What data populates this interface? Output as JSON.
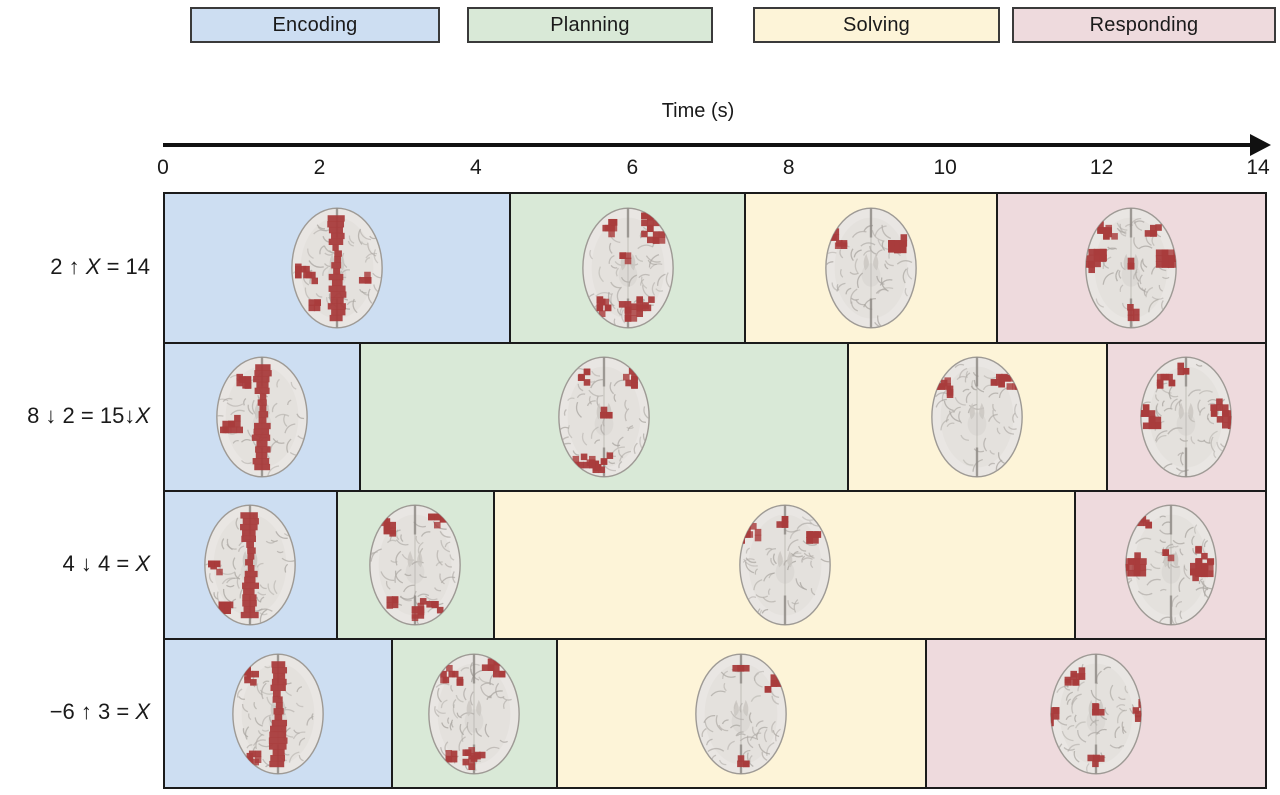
{
  "axis": {
    "title": "Time (s)",
    "tick_labels": [
      "0",
      "2",
      "4",
      "6",
      "8",
      "10",
      "12",
      "14"
    ],
    "min": 0,
    "max": 14
  },
  "legend": {
    "items": [
      {
        "label": "Encoding",
        "color": "#cddef2"
      },
      {
        "label": "Planning",
        "color": "#d9e9d7"
      },
      {
        "label": "Solving",
        "color": "#fdf4d8"
      },
      {
        "label": "Responding",
        "color": "#eedadd"
      }
    ]
  },
  "colors": {
    "segment_border": "#1b1b1b",
    "activation_red": "#a93c3c",
    "brain_gray": "#e9e6e3"
  },
  "chart_data": {
    "type": "bar",
    "subtype": "horizontal-stacked-timeline",
    "xlabel": "Time (s)",
    "xlim": [
      0,
      14
    ],
    "grid": false,
    "phases": [
      "Encoding",
      "Planning",
      "Solving",
      "Responding"
    ],
    "rows": [
      {
        "label": "2 ↑ X = 14",
        "segments": [
          {
            "phase": "Encoding",
            "start": 0,
            "end": 4.4,
            "activation": [
              "midline-strip",
              "left-parietal:md",
              "right-parietal:sm",
              "left-occipital:sm"
            ]
          },
          {
            "phase": "Planning",
            "start": 4.4,
            "end": 7.4,
            "activation": [
              "left-frontal:md",
              "right-frontal:lg",
              "left-occipital:md",
              "right-occipital:md",
              "central-midline:sm",
              "occipital-midline:md"
            ]
          },
          {
            "phase": "Solving",
            "start": 7.4,
            "end": 10.6,
            "activation": [
              "left-frontal-edge:md",
              "right-frontal-edge:lg"
            ]
          },
          {
            "phase": "Responding",
            "start": 10.6,
            "end": 14,
            "activation": [
              "left-motor:lg",
              "right-motor:lg",
              "left-frontal:md",
              "right-frontal:sm",
              "central-midline:sm",
              "occipital-midline:sm"
            ]
          }
        ]
      },
      {
        "label": "8 ↓ 2 = 15↓X",
        "segments": [
          {
            "phase": "Encoding",
            "start": 0,
            "end": 2.5,
            "activation": [
              "midline-strip",
              "left-frontal:md",
              "left-parietal:md"
            ]
          },
          {
            "phase": "Planning",
            "start": 2.5,
            "end": 8.7,
            "activation": [
              "left-frontal:sm",
              "right-frontal:md",
              "central-midline:sm",
              "occipital-midline:md",
              "left-occipital:md"
            ]
          },
          {
            "phase": "Solving",
            "start": 8.7,
            "end": 12.0,
            "activation": [
              "left-frontal-edge:md",
              "right-frontal-edge:md",
              "right-frontal:sm"
            ]
          },
          {
            "phase": "Responding",
            "start": 12.0,
            "end": 14,
            "activation": [
              "left-motor:lg",
              "right-motor:lg",
              "left-frontal:md",
              "frontal-midline:sm"
            ]
          }
        ]
      },
      {
        "label": "4 ↓ 4 = X",
        "segments": [
          {
            "phase": "Encoding",
            "start": 0,
            "end": 2.2,
            "activation": [
              "midline-strip",
              "left-parietal:md",
              "left-occipital:md"
            ]
          },
          {
            "phase": "Planning",
            "start": 2.2,
            "end": 4.2,
            "activation": [
              "left-frontal:md",
              "right-frontal:md",
              "left-occipital:sm",
              "right-occipital:sm",
              "occipital-midline:md"
            ]
          },
          {
            "phase": "Solving",
            "start": 4.2,
            "end": 11.6,
            "activation": [
              "left-frontal-edge:md",
              "right-frontal-edge:md",
              "frontal-midline:sm"
            ]
          },
          {
            "phase": "Responding",
            "start": 11.6,
            "end": 14,
            "activation": [
              "left-motor:lg",
              "right-motor:lg",
              "left-frontal:md",
              "right-parietal:md",
              "central-midline:sm"
            ]
          }
        ]
      },
      {
        "label": "−6 ↑ 3 = X",
        "segments": [
          {
            "phase": "Encoding",
            "start": 0,
            "end": 2.9,
            "activation": [
              "midline-strip",
              "left-frontal:md",
              "left-occipital:md"
            ]
          },
          {
            "phase": "Planning",
            "start": 2.9,
            "end": 5.0,
            "activation": [
              "left-frontal:md",
              "right-frontal:lg",
              "occipital-midline:md",
              "left-occipital:sm"
            ]
          },
          {
            "phase": "Solving",
            "start": 5.0,
            "end": 9.7,
            "activation": [
              "right-frontal-edge:md",
              "frontal-midline:sm",
              "occipital-midline:sm"
            ]
          },
          {
            "phase": "Responding",
            "start": 9.7,
            "end": 14,
            "activation": [
              "left-motor:lg",
              "right-motor:md",
              "left-frontal:md",
              "central-midline:sm",
              "occipital-midline:sm"
            ]
          }
        ]
      }
    ]
  }
}
